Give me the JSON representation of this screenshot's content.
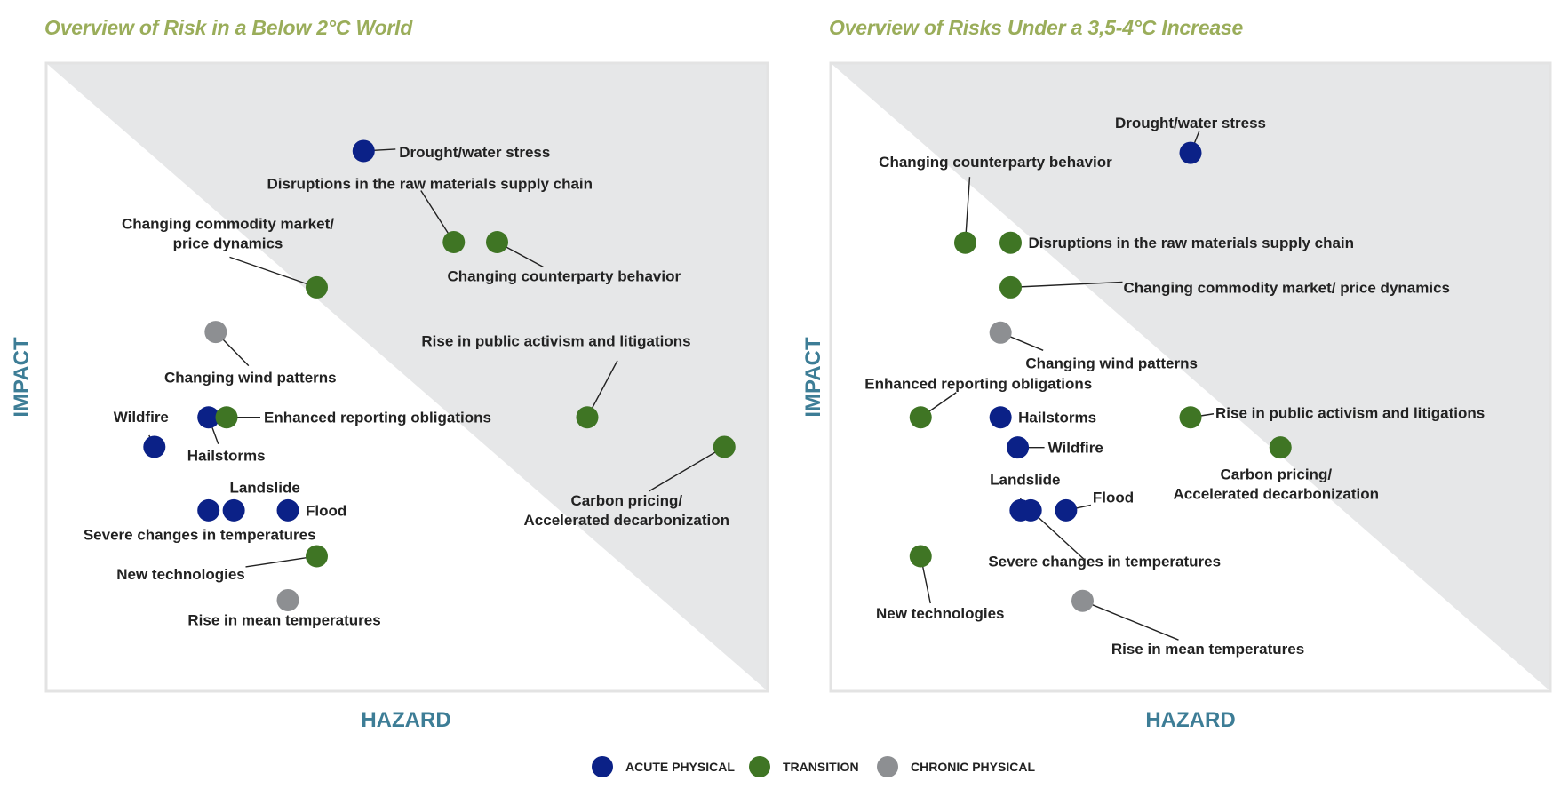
{
  "colors": {
    "title": "#9aad5a",
    "axis": "#3d7d96",
    "acute_physical": "#0b2187",
    "transition": "#3f7524",
    "chronic_physical": "#8d8f92",
    "zone": "#e6e7e8",
    "frame": "#e3e3e3"
  },
  "legend": {
    "items": [
      {
        "label": "ACUTE PHYSICAL",
        "category": "acute_physical",
        "icon": "circle-icon"
      },
      {
        "label": "TRANSITION",
        "category": "transition",
        "icon": "circle-icon"
      },
      {
        "label": "CHRONIC PHYSICAL",
        "category": "chronic_physical",
        "icon": "circle-icon"
      }
    ]
  },
  "chart_data": [
    {
      "type": "scatter",
      "title": "Overview of Risk in a Below 2°C World",
      "xlabel": "HAZARD",
      "ylabel": "IMPACT",
      "xlim": [
        0,
        100
      ],
      "ylim": [
        0,
        100
      ],
      "grid": false,
      "legend": "bottom",
      "points": [
        {
          "label": "Drought/water stress",
          "category": "acute_physical",
          "x": 44,
          "y": 86
        },
        {
          "label": "Disruptions in the raw materials supply chain",
          "category": "transition",
          "x": 56.5,
          "y": 71.5
        },
        {
          "label": "Changing counterparty behavior",
          "category": "transition",
          "x": 62.5,
          "y": 71.5
        },
        {
          "label": "Changing commodity market/price dynamics",
          "category": "transition",
          "x": 37.5,
          "y": 64.3
        },
        {
          "label": "Changing wind patterns",
          "category": "chronic_physical",
          "x": 23.5,
          "y": 57.2
        },
        {
          "label": "Wildfire",
          "category": "acute_physical",
          "x": 15,
          "y": 38.9
        },
        {
          "label": "Hailstorms",
          "category": "acute_physical",
          "x": 22.5,
          "y": 43.6
        },
        {
          "label": "Enhanced reporting obligations",
          "category": "transition",
          "x": 25,
          "y": 43.6
        },
        {
          "label": "Rise in public activism and litigations",
          "category": "transition",
          "x": 75,
          "y": 43.6
        },
        {
          "label": "Carbon pricing/Accelerated decarbonization",
          "category": "transition",
          "x": 94,
          "y": 38.9
        },
        {
          "label": "Severe changes in temperatures",
          "category": "acute_physical",
          "x": 22.5,
          "y": 28.8
        },
        {
          "label": "Landslide",
          "category": "acute_physical",
          "x": 26,
          "y": 28.8
        },
        {
          "label": "Flood",
          "category": "acute_physical",
          "x": 33.5,
          "y": 28.8
        },
        {
          "label": "New technologies",
          "category": "transition",
          "x": 37.5,
          "y": 21.5
        },
        {
          "label": "Rise in mean temperatures",
          "category": "chronic_physical",
          "x": 33.5,
          "y": 14.5
        }
      ]
    },
    {
      "type": "scatter",
      "title": "Overview of Risks Under a 3,5-4°C Increase",
      "xlabel": "HAZARD",
      "ylabel": "IMPACT",
      "xlim": [
        0,
        100
      ],
      "ylim": [
        0,
        100
      ],
      "grid": false,
      "legend": "bottom",
      "points": [
        {
          "label": "Drought/water stress",
          "category": "acute_physical",
          "x": 50,
          "y": 85.7
        },
        {
          "label": "Changing counterparty behavior",
          "category": "transition",
          "x": 18.7,
          "y": 71.4
        },
        {
          "label": "Disruptions in the raw materials supply chain",
          "category": "transition",
          "x": 25,
          "y": 71.4
        },
        {
          "label": "Changing commodity market/ price dynamics",
          "category": "transition",
          "x": 25,
          "y": 64.3
        },
        {
          "label": "Changing wind patterns",
          "category": "chronic_physical",
          "x": 23.6,
          "y": 57.1
        },
        {
          "label": "Enhanced reporting obligations",
          "category": "transition",
          "x": 12.5,
          "y": 43.6
        },
        {
          "label": "Hailstorms",
          "category": "acute_physical",
          "x": 23.6,
          "y": 43.6
        },
        {
          "label": "Rise in public activism and litigations",
          "category": "transition",
          "x": 50,
          "y": 43.6
        },
        {
          "label": "Wildfire",
          "category": "acute_physical",
          "x": 26,
          "y": 38.8
        },
        {
          "label": "Carbon pricing/Accelerated decarbonization",
          "category": "transition",
          "x": 62.5,
          "y": 38.8
        },
        {
          "label": "Landslide",
          "category": "acute_physical",
          "x": 26.4,
          "y": 28.8
        },
        {
          "label": "Severe changes in temperatures",
          "category": "acute_physical",
          "x": 27.8,
          "y": 28.8
        },
        {
          "label": "Flood",
          "category": "acute_physical",
          "x": 32.7,
          "y": 28.8
        },
        {
          "label": "New technologies",
          "category": "transition",
          "x": 12.5,
          "y": 21.5
        },
        {
          "label": "Rise in mean temperatures",
          "category": "chronic_physical",
          "x": 35,
          "y": 14.4
        }
      ]
    }
  ]
}
